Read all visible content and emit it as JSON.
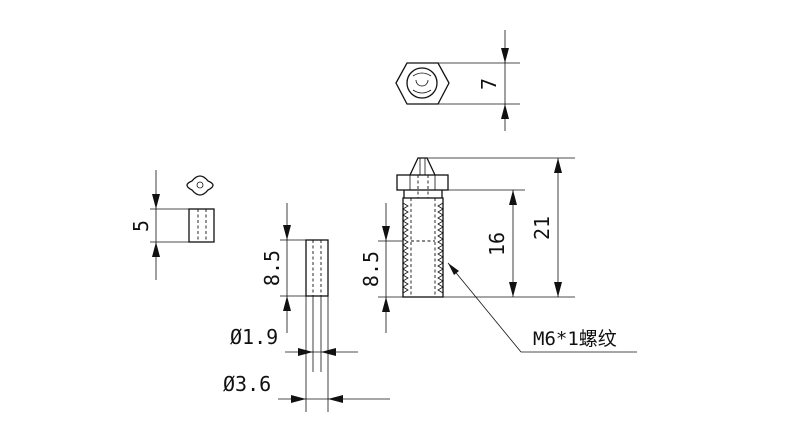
{
  "dimensions": {
    "hex_width": "7",
    "nozzle_total_length": "21",
    "thread_length": "16",
    "insert_length": "5",
    "tube_length": "8.5",
    "nozzle_bore_length": "8.5",
    "inner_diameter": "Ø1.9",
    "outer_diameter": "Ø3.6"
  },
  "notes": {
    "thread_spec": "M6*1螺纹"
  },
  "icons": {
    "arrowhead": "filled-triangle-arrow"
  },
  "colors": {
    "line": "#111111",
    "background": "#ffffff"
  }
}
